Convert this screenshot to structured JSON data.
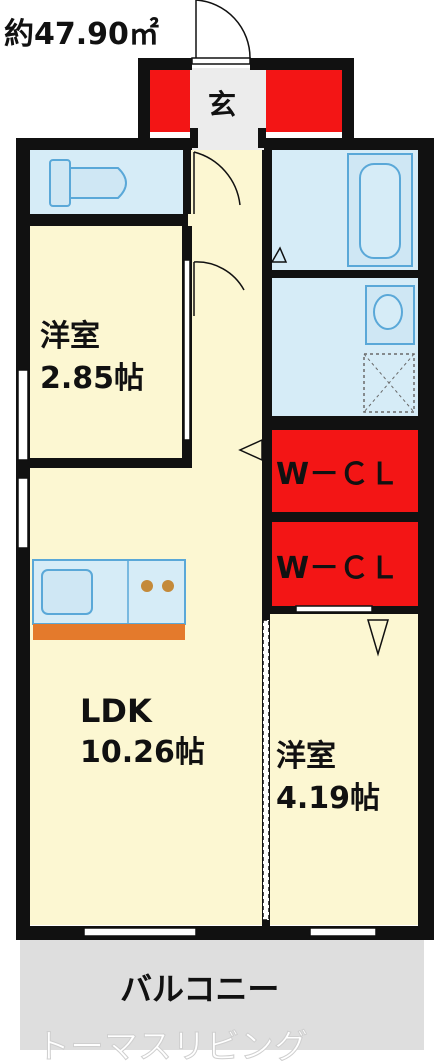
{
  "floorplan": {
    "area": "約47.90㎡",
    "entrance": "玄",
    "rooms": {
      "western1": {
        "name": "洋室",
        "size": "2.85帖"
      },
      "ldk": {
        "name": "LDK",
        "size": "10.26帖"
      },
      "western2": {
        "name": "洋室",
        "size": "4.19帖"
      },
      "wcl1": "W－ＣＬ",
      "wcl2": "W－ＣＬ",
      "balcony": "バルコニー"
    },
    "watermark": "トーマスリビング",
    "colors": {
      "wall": "#111111",
      "room": "#fcf7d2",
      "wet": "#d6ecf7",
      "storage": "#f31515",
      "balcony": "#dedede",
      "counter": "#e47a2c"
    }
  }
}
